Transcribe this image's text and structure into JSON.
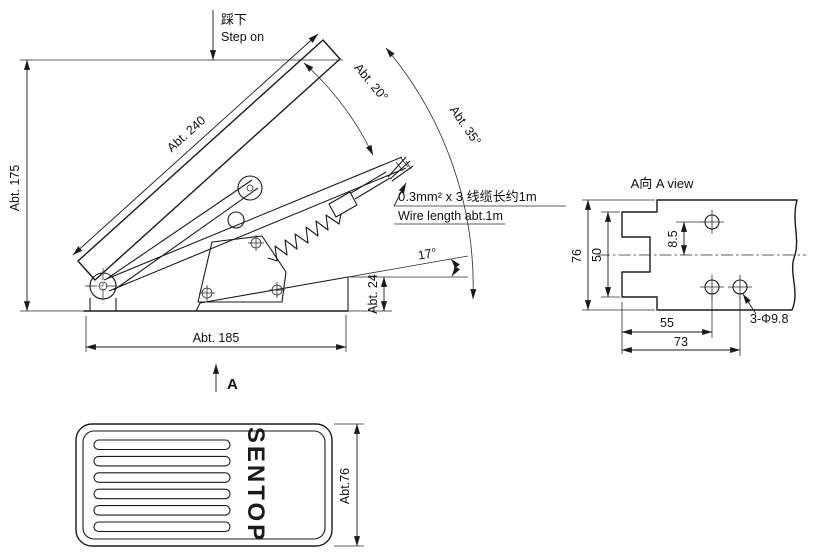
{
  "colors": {
    "line": "#1a1a1a",
    "background": "#ffffff"
  },
  "side_view": {
    "step_on_cn": "踩下",
    "step_on_en": "Step on",
    "dim_height": "Abt. 175",
    "dim_pedal_length": "Abt. 240",
    "dim_travel_angle": "Abt. 20°",
    "dim_max_angle": "Abt. 35°",
    "dim_base_angle": "17°",
    "dim_front_height": "Abt. 24",
    "dim_base_length": "Abt. 185",
    "wire_label_cn": "0.3mm² x 3  线缆长约1m",
    "wire_label_en": "Wire length abt.1m",
    "section_marker": "A"
  },
  "a_view": {
    "title": "A向  A view",
    "dim_overall_height": "76",
    "dim_inner_height": "50",
    "dim_hole_offset": "8.5",
    "dim_hole_x1": "55",
    "dim_hole_x2": "73",
    "holes_label": "3-Φ9.8"
  },
  "bottom_view": {
    "brand": "SENTOP",
    "dim_width": "Abt.76"
  }
}
